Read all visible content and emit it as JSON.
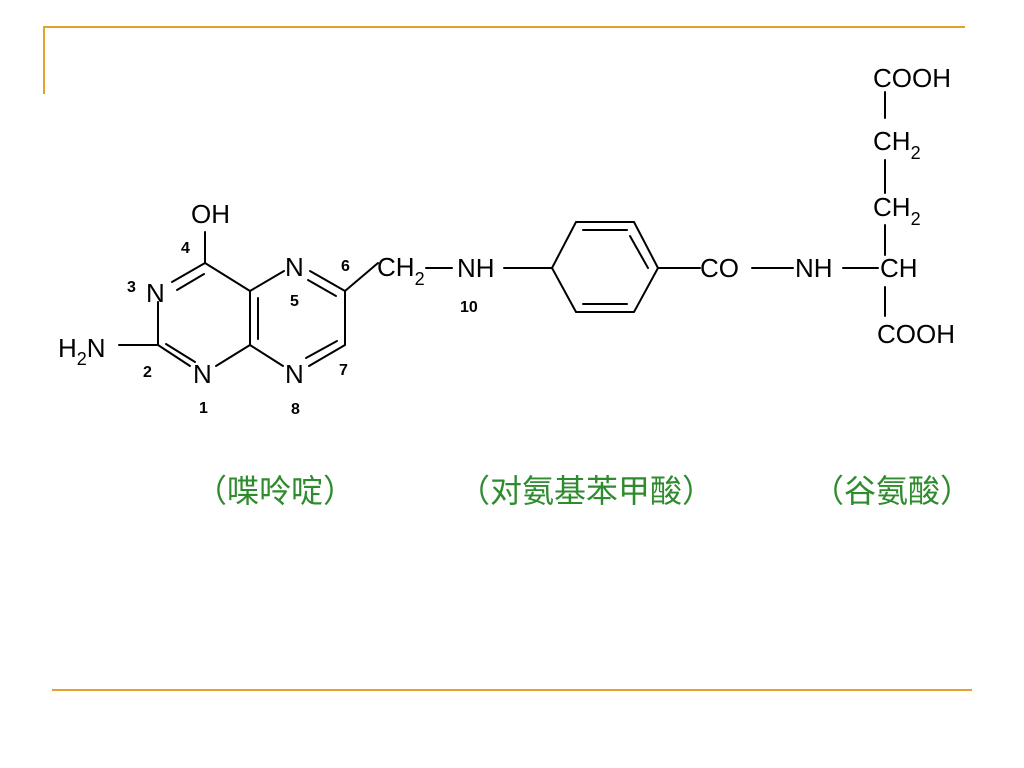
{
  "labels": {
    "oh": "OH",
    "h2n_h": "H",
    "h2n_sub": "2",
    "h2n_n": "N",
    "n1": "N",
    "n3": "N",
    "n5": "N",
    "n8": "N",
    "ch2_c": "CH",
    "ch2_sub": "2",
    "nh10": "NH",
    "co": "CO",
    "nh": "NH",
    "ch": "CH",
    "cooh_top": "COOH",
    "ch2a_c": "CH",
    "ch2a_sub": "2",
    "ch2b_c": "CH",
    "ch2b_sub": "2",
    "cooh_bottom": "COOH"
  },
  "position_numbers": {
    "p1": "1",
    "p2": "2",
    "p3": "3",
    "p4": "4",
    "p5": "5",
    "p6": "6",
    "p7": "7",
    "p8": "8",
    "p10": "10"
  },
  "captions": {
    "pteridine": "（喋呤啶）",
    "paba": "（对氨基苯甲酸）",
    "glutamic": "（谷氨酸）"
  },
  "colors": {
    "frame": "#E4A12C",
    "caption": "#2E8B2E",
    "ink": "#000000"
  }
}
